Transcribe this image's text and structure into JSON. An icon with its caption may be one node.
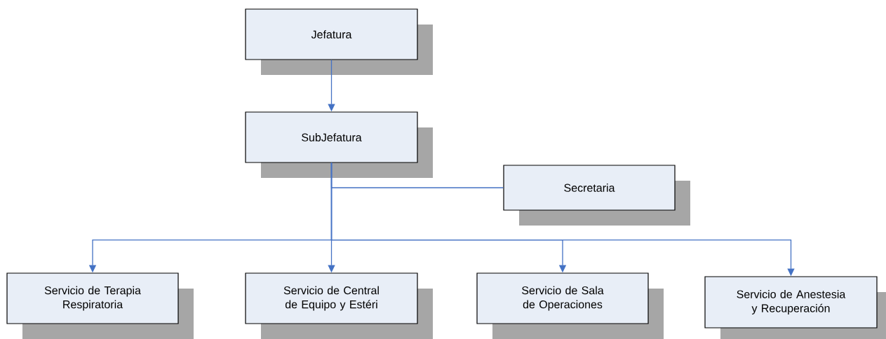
{
  "diagram": {
    "nodes": [
      {
        "text": [
          "Jefatura"
        ]
      },
      {
        "text": [
          "SubJefatura"
        ]
      },
      {
        "text": [
          "Secretaria"
        ]
      },
      {
        "text": [
          "Servicio de Terapia Respiratoria"
        ]
      },
      {
        "text": [
          "Servicio de Central de Equipo y Estéri"
        ]
      },
      {
        "text": [
          "Servicio de Sala de Operaciones"
        ]
      },
      {
        "text": [
          "Servicio de Anestesia y Recuperación"
        ]
      }
    ],
    "edges": [
      {
        "from": 0,
        "to": 1,
        "arrow": "to"
      },
      {
        "from": 1,
        "to": 2,
        "arrow": "none"
      },
      {
        "from": 1,
        "to": 3,
        "arrow": "to"
      },
      {
        "from": 1,
        "to": 4,
        "arrow": "to"
      },
      {
        "from": 1,
        "to": 5,
        "arrow": "to"
      },
      {
        "from": 1,
        "to": 6,
        "arrow": "to"
      }
    ]
  }
}
